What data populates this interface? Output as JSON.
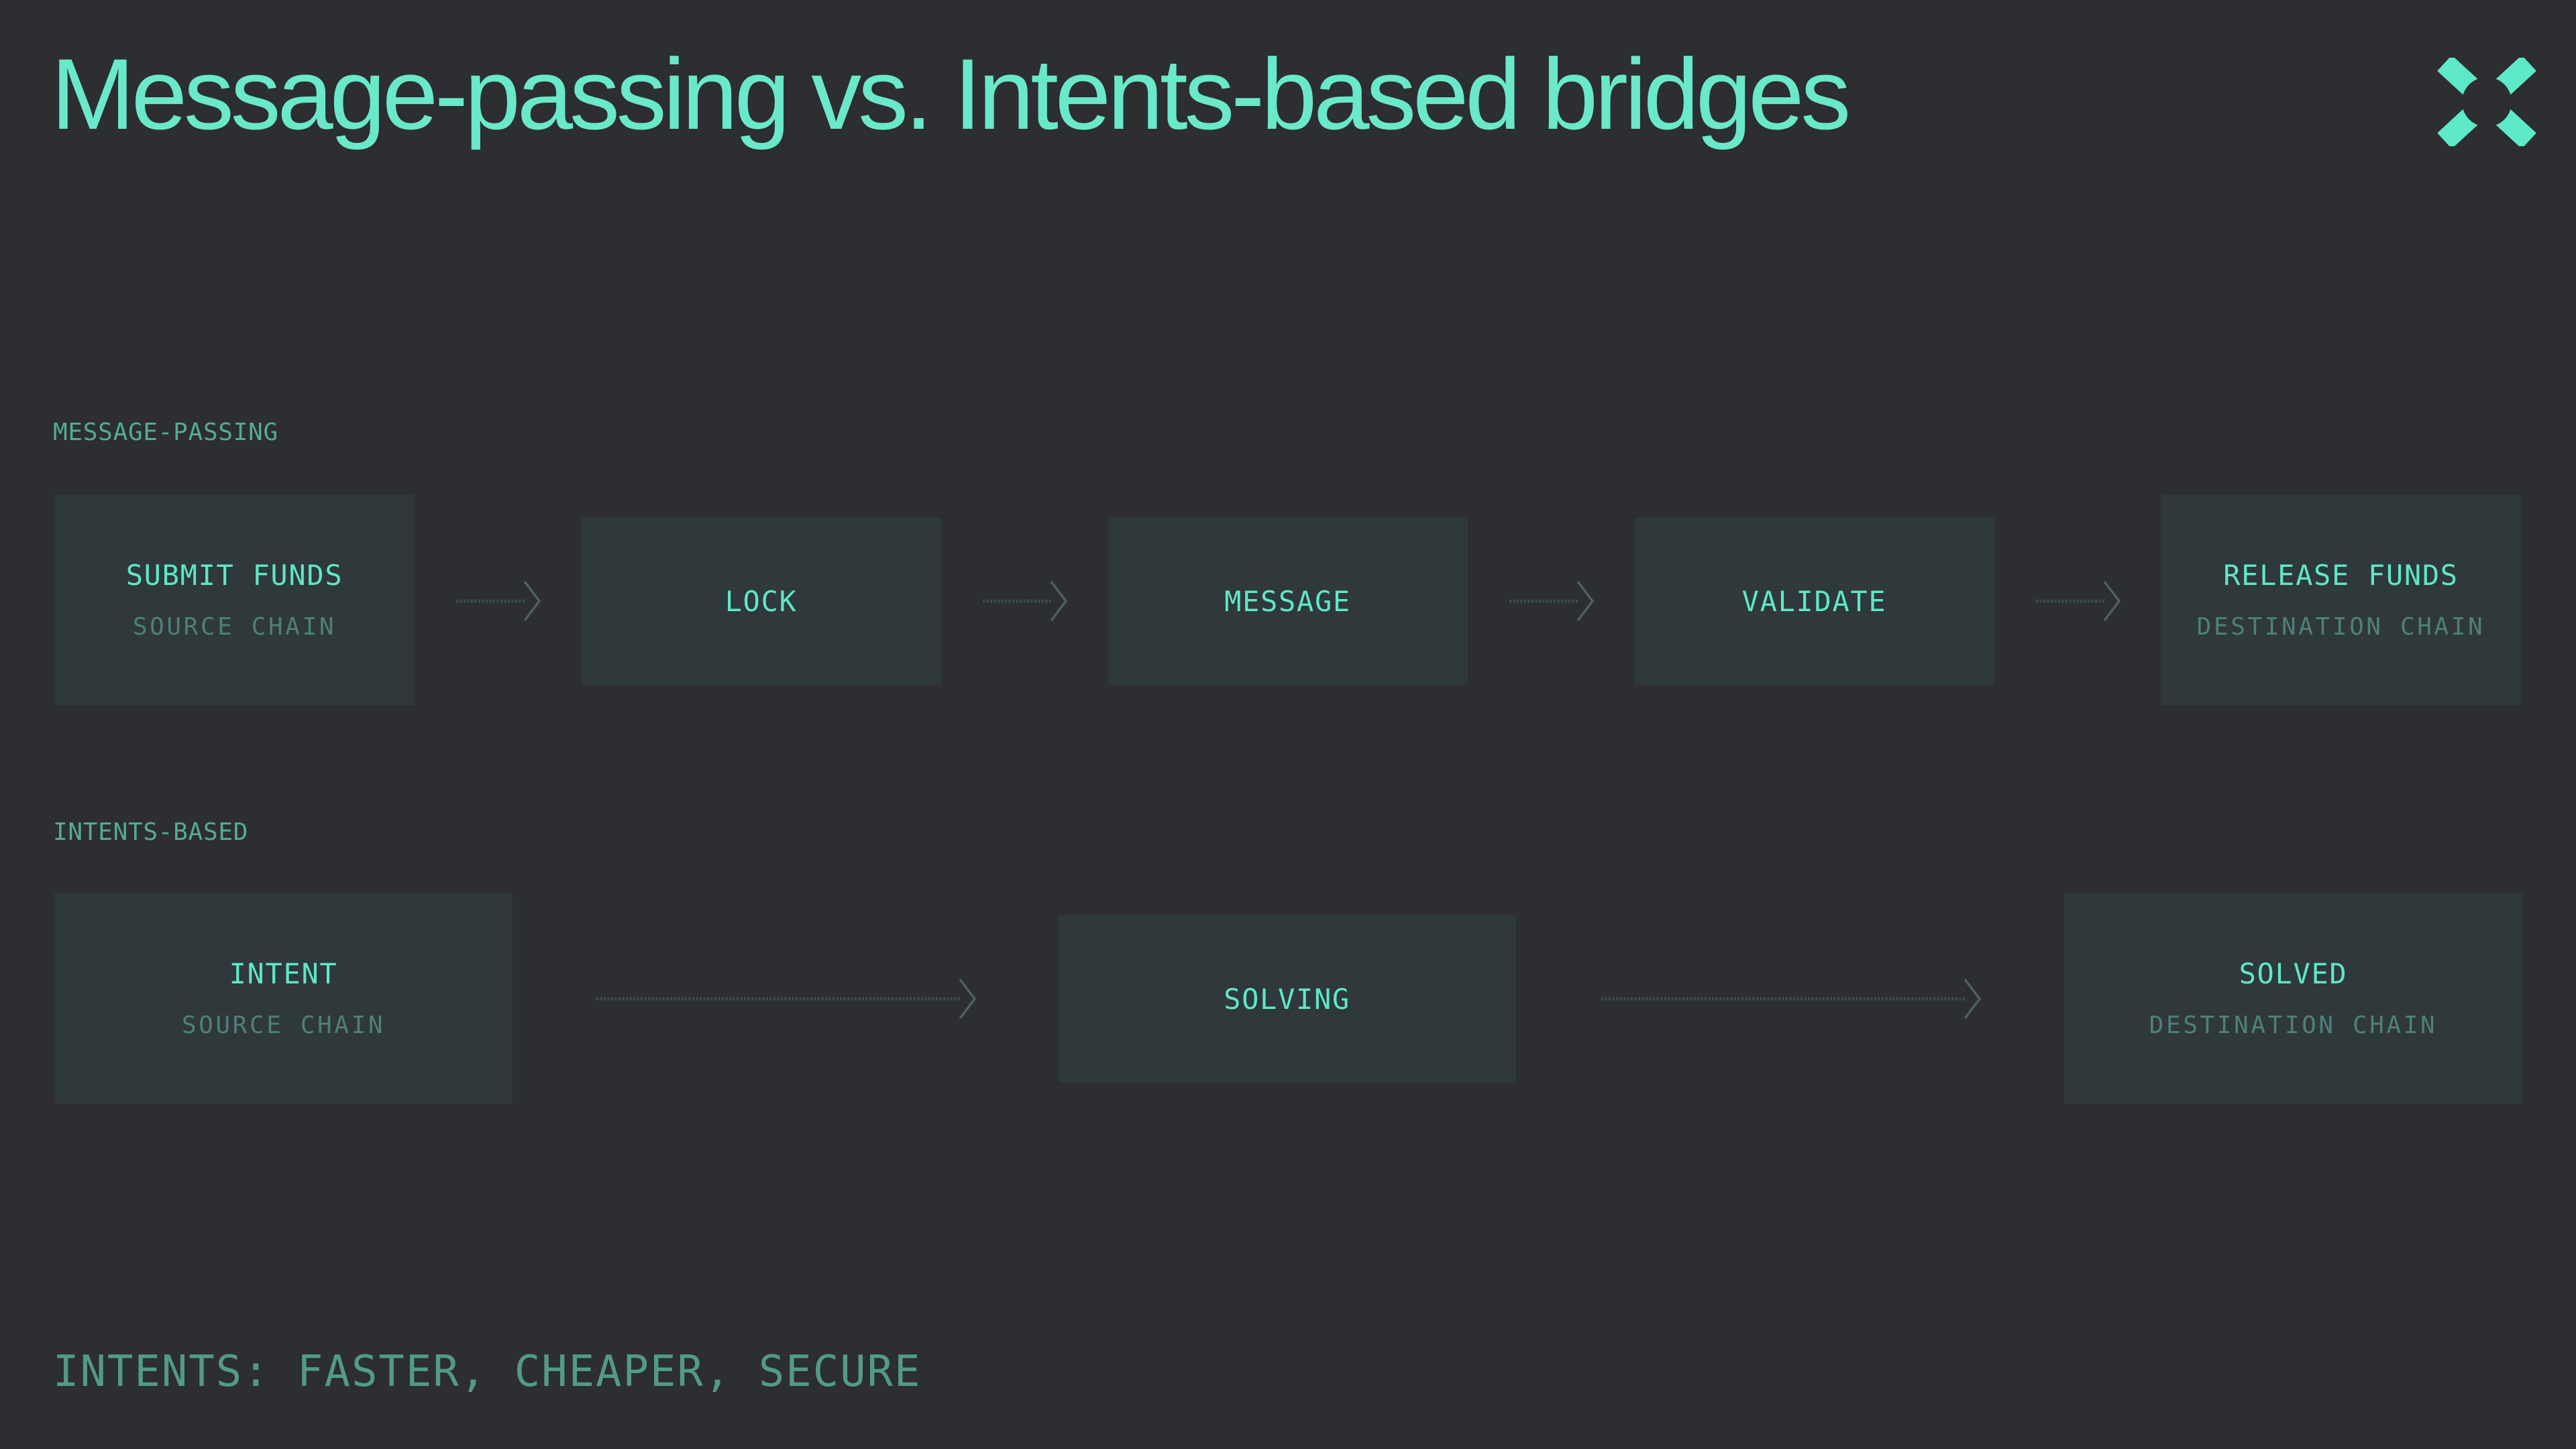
{
  "page": {
    "title": "Message-passing vs. Intents-based bridges",
    "footer": "INTENTS: FASTER, CHEAPER, SECURE"
  },
  "logo": {
    "name": "x-mark-logo",
    "color": "#5ee9c8"
  },
  "colors": {
    "background": "#2c2e31",
    "box_fill": "#2f383a",
    "title_mint": "#6ae8ca",
    "box_title_mint": "#5fe7c6",
    "box_subtitle_muted": "#4e8078",
    "section_label": "#54ab95",
    "footer_text": "#539a87",
    "arrow_line": "#3f4e4b",
    "arrow_head": "#4e625d"
  },
  "sections": [
    {
      "label": "MESSAGE-PASSING",
      "boxes": [
        {
          "title": "SUBMIT FUNDS",
          "subtitle": "SOURCE CHAIN"
        },
        {
          "title": "LOCK"
        },
        {
          "title": "MESSAGE"
        },
        {
          "title": "VALIDATE"
        },
        {
          "title": "RELEASE FUNDS",
          "subtitle": "DESTINATION CHAIN"
        }
      ]
    },
    {
      "label": "INTENTS-BASED",
      "boxes": [
        {
          "title": "INTENT",
          "subtitle": "SOURCE CHAIN"
        },
        {
          "title": "SOLVING"
        },
        {
          "title": "SOLVED",
          "subtitle": "DESTINATION CHAIN"
        }
      ]
    }
  ]
}
